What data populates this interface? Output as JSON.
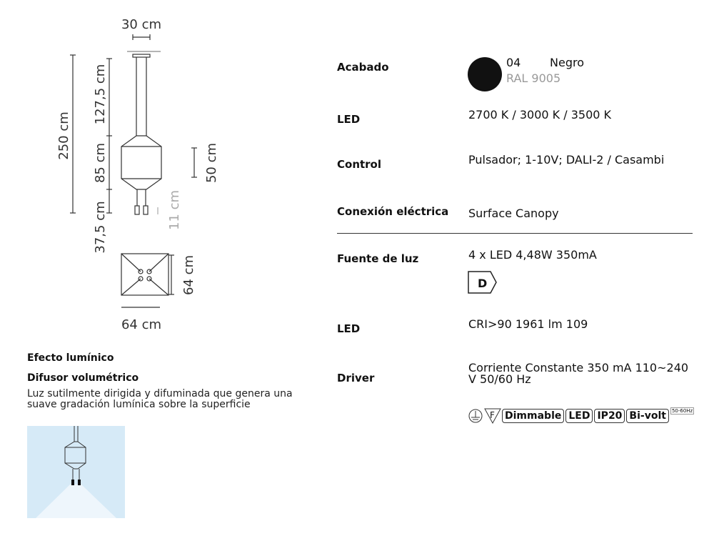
{
  "dimensions": {
    "width_top": "30 cm",
    "total_height": "250 cm",
    "cable": "127,5 cm",
    "body": "85 cm",
    "bottom": "37,5 cm",
    "diffuser": "50 cm",
    "led_part": "11 cm",
    "plan_width": "64 cm",
    "plan_depth": "64 cm"
  },
  "effect": {
    "heading": "Efecto lumínico",
    "type": "Difusor volumétrico",
    "description_line1": "Luz sutilmente dirigida y difuminada que genera una",
    "description_line2": "suave gradación lumínica sobre la superficie",
    "panel_color": "#d6eaf7"
  },
  "specs": {
    "finish": {
      "label": "Acabado",
      "code": "04",
      "name": "Negro",
      "ral": "RAL 9005",
      "swatch": "#111111"
    },
    "led": {
      "label": "LED",
      "value": "2700 K / 3000 K / 3500 K"
    },
    "control": {
      "label": "Control",
      "value": "Pulsador; 1-10V; DALI-2 / Casambi"
    },
    "connection": {
      "label": "Conexión eléctrica",
      "value": "Surface Canopy"
    },
    "source": {
      "label": "Fuente de luz",
      "value": "4 x LED 4,48W 350mA",
      "energy_class": "D"
    },
    "led2": {
      "label": "LED",
      "value": "CRI>90 1961 lm 109"
    },
    "driver": {
      "label": "Driver",
      "value_line1": "Corriente Constante 350 mA 110~240",
      "value_line2": "V 50/60 Hz"
    },
    "badges": {
      "f": "F",
      "dimmable": "Dimmable",
      "led": "LED",
      "ip": "IP20",
      "bivolt": "Bi-volt",
      "freq": "50-60Hz",
      "icons": [
        "ground-icon",
        "f-class-icon"
      ]
    }
  }
}
